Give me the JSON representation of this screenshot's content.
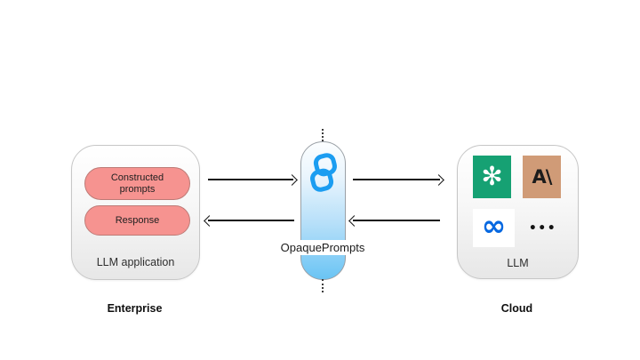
{
  "enterprise": {
    "caption": "Enterprise",
    "box_label": "LLM application",
    "pills": [
      {
        "label": "Constructed prompts"
      },
      {
        "label": "Response"
      }
    ],
    "pill_fill_color": "#f69390",
    "pill_border_color": "#bd7a76"
  },
  "gateway": {
    "label": "OpaquePrompts",
    "logo_icon": "opaque-interlocked-links-icon",
    "logo_color": "#1b9df1",
    "capsule_gradient_bottom_color": "#6ac4f4"
  },
  "cloud": {
    "caption": "Cloud",
    "box_label": "LLM",
    "providers": [
      {
        "icon": "openai-logo-icon",
        "glyph": "✻",
        "bg": "#16a173",
        "fg": "#ffffff"
      },
      {
        "icon": "anthropic-logo-icon",
        "glyph": "A\\",
        "bg": "#d09b77",
        "fg": "#1c1c1c"
      },
      {
        "icon": "meta-logo-icon",
        "glyph": "∞",
        "bg": "#ffffff",
        "fg": "#0668e1"
      },
      {
        "icon": "ellipsis-icon",
        "glyph": "•••",
        "bg": "transparent",
        "fg": "#141414"
      }
    ]
  },
  "connectors": {
    "arrow_color": "#161616",
    "arrows": [
      {
        "icon": "arrow-right-icon",
        "from": "enterprise",
        "to": "gateway"
      },
      {
        "icon": "arrow-right-icon",
        "from": "gateway",
        "to": "cloud"
      },
      {
        "icon": "arrow-left-icon",
        "from": "gateway",
        "to": "enterprise"
      },
      {
        "icon": "arrow-left-icon",
        "from": "cloud",
        "to": "gateway"
      }
    ],
    "dotted_connector": "vertical-dotted-line"
  }
}
